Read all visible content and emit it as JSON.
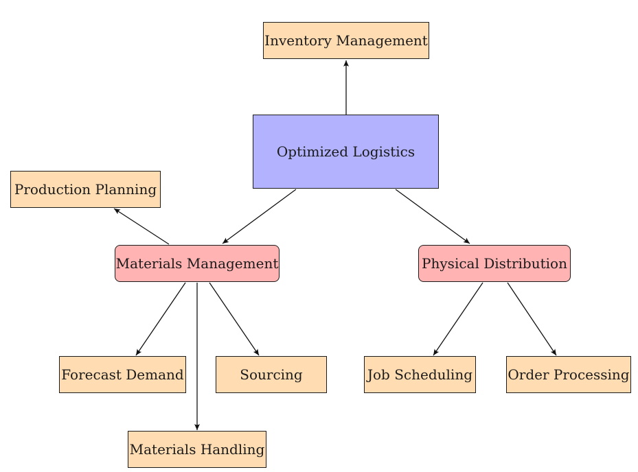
{
  "diagram": {
    "colors": {
      "root_fill": "#b2b2ff",
      "mid_fill": "#ffb3b3",
      "leaf_fill": "#ffdcb2",
      "stroke": "#1a1a1a"
    },
    "nodes": {
      "root": "Optimized Logistics",
      "inventory": "Inventory Management",
      "production": "Production Planning",
      "materials": "Materials Management",
      "physical": "Physical Distribution",
      "forecast": "Forecast Demand",
      "sourcing": "Sourcing",
      "job": "Job Scheduling",
      "order": "Order Processing",
      "handling": "Materials Handling"
    },
    "edges": [
      {
        "from": "root",
        "to": "inventory"
      },
      {
        "from": "root",
        "to": "materials"
      },
      {
        "from": "root",
        "to": "physical"
      },
      {
        "from": "materials",
        "to": "production"
      },
      {
        "from": "materials",
        "to": "forecast"
      },
      {
        "from": "materials",
        "to": "sourcing"
      },
      {
        "from": "materials",
        "to": "handling"
      },
      {
        "from": "physical",
        "to": "job"
      },
      {
        "from": "physical",
        "to": "order"
      }
    ]
  }
}
